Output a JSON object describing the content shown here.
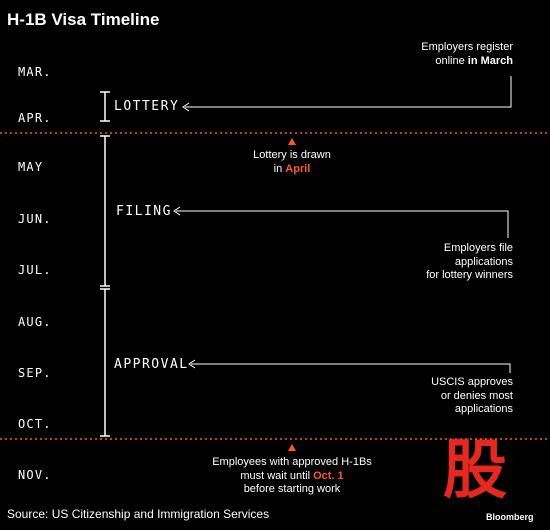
{
  "title": "H-1B Visa Timeline",
  "months": [
    "MAR.",
    "APR.",
    "MAY",
    "JUN.",
    "JUL.",
    "AUG.",
    "SEP.",
    "OCT.",
    "NOV."
  ],
  "phases": {
    "lottery": "LOTTERY",
    "filing": "FILING",
    "approval": "APPROVAL"
  },
  "notes": {
    "register": {
      "line1": "Employers register",
      "line2_pre": "online ",
      "line2_bold": "in March"
    },
    "drawn": {
      "line1": "Lottery is drawn",
      "line2_pre": "in ",
      "line2_orange": "April"
    },
    "file": {
      "line1": "Employers file",
      "line2": "applications",
      "line3": "for lottery winners"
    },
    "approve": {
      "line1": "USCIS approves",
      "line2": "or denies most",
      "line3": "applications"
    },
    "wait": {
      "line1": "Employees with approved H-1Bs",
      "line2_pre": "must wait until ",
      "line2_orange": "Oct. 1",
      "line3": "before starting work"
    }
  },
  "source": "Source: US Citizenship and Immigration Services",
  "brand": "Bloomberg",
  "watermark": "股",
  "colors": {
    "background": "#000000",
    "text": "#ffffff",
    "accent": "#ff5a1f",
    "watermark": "#e8281e"
  }
}
